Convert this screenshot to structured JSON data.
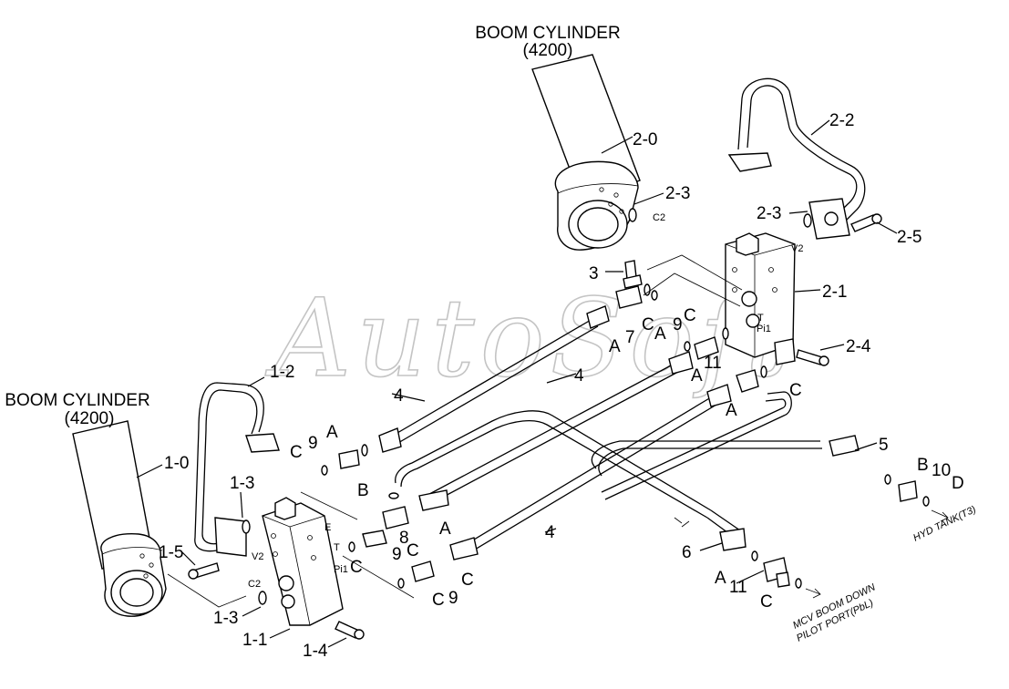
{
  "cylinder_top": {
    "name": "BOOM CYLINDER",
    "code": "(4200)"
  },
  "cylinder_left": {
    "name": "BOOM CYLINDER",
    "code": "(4200)"
  },
  "watermark": "AutoSoft",
  "notes": {
    "hyd_tank": "HYD TANK(T3)",
    "mcv_line1": "MCV BOOM DOWN",
    "mcv_line2": "PILOT PORT(PbL)"
  },
  "labels": {
    "p2_0": "2-0",
    "p2_2": "2-2",
    "p2_3a": "2-3",
    "p2_3b": "2-3",
    "p2_5": "2-5",
    "p2_1": "2-1",
    "p2_4": "2-4",
    "p3": "3",
    "p7": "7",
    "p9a": "9",
    "p11a": "11",
    "p4a": "4",
    "p4b": "4",
    "p4c": "4",
    "p5": "5",
    "p10": "10",
    "p6": "6",
    "p11b": "11",
    "p1_2": "1-2",
    "p1_0": "1-0",
    "p1_3a": "1-3",
    "p1_5": "1-5",
    "p1_3b": "1-3",
    "p1_1": "1-1",
    "p1_4": "1-4",
    "p9b": "9",
    "p8": "8",
    "p9c": "9",
    "p9d": "9",
    "lA1": "A",
    "lC1": "C",
    "lA2": "A",
    "lC2": "C",
    "lA3": "A",
    "lC3": "C",
    "lA4": "A",
    "lB1": "B",
    "lD1": "D",
    "lA5": "A",
    "lC4": "C",
    "lA6": "A",
    "lC5": "C",
    "lB2": "B",
    "lA7": "A",
    "lC6": "C",
    "lC7": "C",
    "lC8": "C",
    "pC2a": "C2",
    "pV2a": "V2",
    "pT1": "T",
    "pPi1a": "Pi1",
    "pE": "E",
    "pT2": "T",
    "pPi1b": "Pi1",
    "pV2b": "V2",
    "pC2b": "C2"
  }
}
